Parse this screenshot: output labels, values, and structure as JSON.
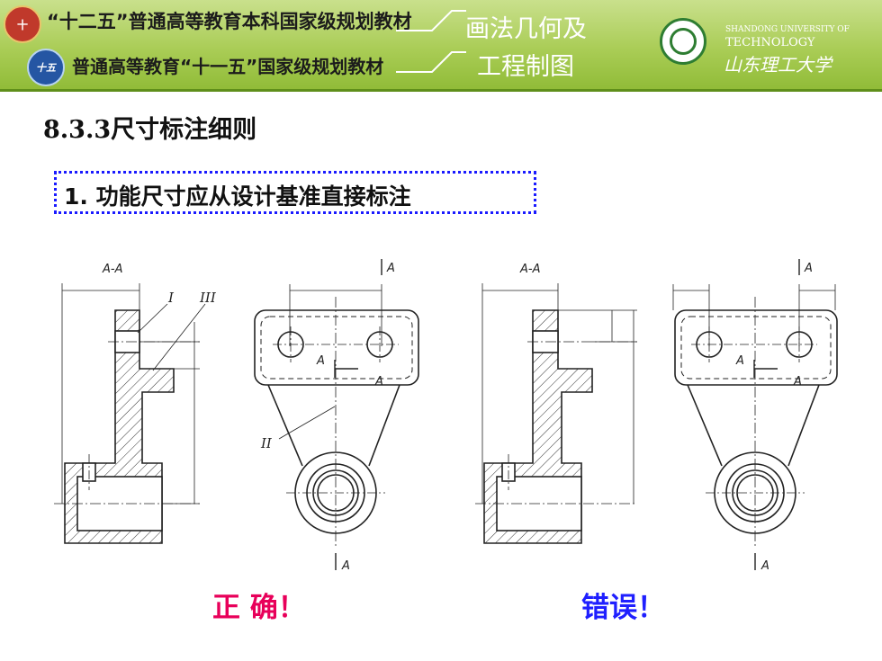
{
  "header": {
    "series_line1": "“十二五”普通高等教育本科国家级规划教材",
    "series_line2": "普通高等教育“十一五”国家级规划教材",
    "emblem1_text": "十",
    "emblem2_text": "十五",
    "book_title_line1": "画法几何及",
    "book_title_line2": "工程制图",
    "university_en_line1": "SHANDONG UNIVERSITY OF",
    "university_en_line2": "TECHNOLOGY",
    "university_cn": "山东理工大学"
  },
  "section": {
    "title": "8.3.3尺寸标注细则",
    "rule": "1. 功能尺寸应从设计基准直接标注"
  },
  "drawings": {
    "left": {
      "section_label": "A-A",
      "view_label": "A",
      "marks": [
        "I",
        "III",
        "II"
      ],
      "verdict": "正 确！"
    },
    "right": {
      "section_label": "A-A",
      "view_label": "A",
      "verdict": "错误！"
    }
  },
  "colors": {
    "header_green": "#a9cc55",
    "correct_color": "#e8005a",
    "wrong_color": "#1f1fff",
    "box_border": "#1a1aff"
  }
}
